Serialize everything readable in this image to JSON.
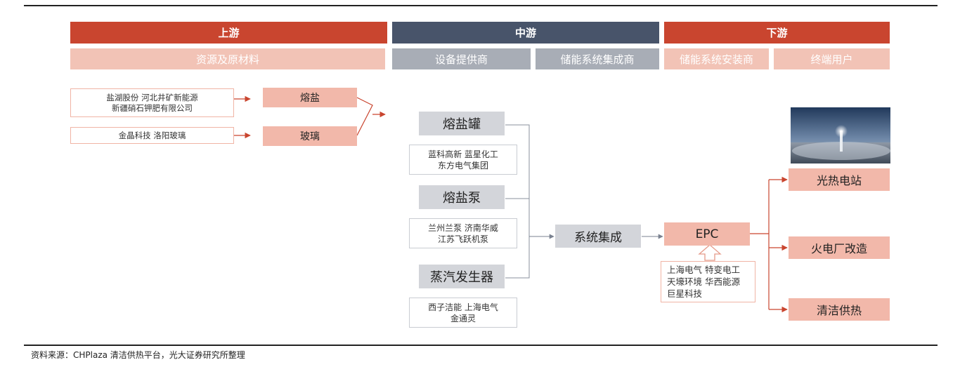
{
  "bands": {
    "upstream": "上游",
    "midstream": "中游",
    "downstream": "下游"
  },
  "subheaders": {
    "raw_materials": "资源及原材料",
    "equipment_suppliers": "设备提供商",
    "storage_integrators": "储能系统集成商",
    "storage_installers": "储能系统安装商",
    "end_users": "终端用户"
  },
  "upstream": {
    "salt_suppliers_line1": "盐湖股份 河北井矿新能源",
    "salt_suppliers_line2": "新疆硝石钾肥有限公司",
    "glass_suppliers": "金晶科技 洛阳玻璃",
    "salt_label": "熔盐",
    "glass_label": "玻璃"
  },
  "midstream": {
    "tank_label": "熔盐罐",
    "tank_companies_line1": "蓝科高新 蓝星化工",
    "tank_companies_line2": "东方电气集团",
    "pump_label": "熔盐泵",
    "pump_companies_line1": "兰州兰泵 济南华威",
    "pump_companies_line2": "江苏飞跃机泵",
    "steam_label": "蒸汽发生器",
    "steam_companies_line1": "西子洁能 上海电气",
    "steam_companies_line2": "金通灵",
    "system_label": "系统集成"
  },
  "downstream": {
    "epc_label": "EPC",
    "epc_companies_line1": "上海电气 特变电工",
    "epc_companies_line2": "天壕环境 华西能源",
    "epc_companies_line3": "巨星科技",
    "use1": "光热电站",
    "use2": "火电厂改造",
    "use3": "清洁供热"
  },
  "source": "资料来源：CHPlaza 清洁供热平台，光大证券研究所整理",
  "colors": {
    "upstream_band": "#c9452f",
    "midstream_band": "#48546a",
    "arrow": "#c9452f",
    "grey_arrow": "#7a8290"
  }
}
